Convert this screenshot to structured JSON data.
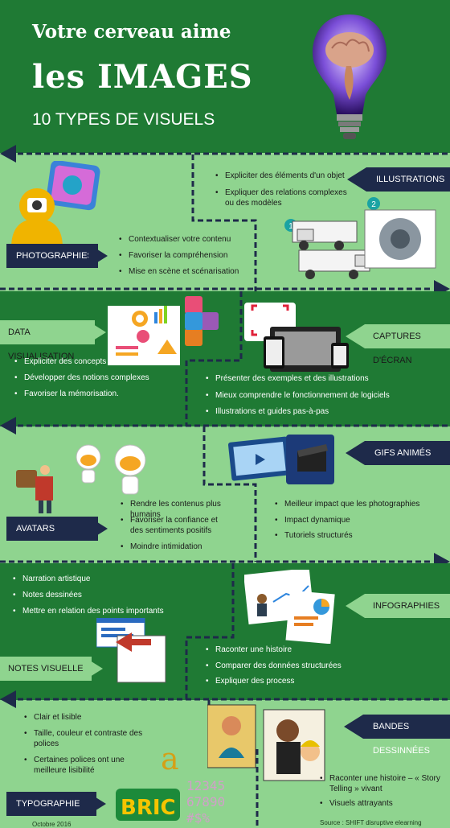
{
  "header": {
    "line1": "Votre cerveau aime",
    "line2": "les IMAGES",
    "line3": "10 TYPES DE VISUELS"
  },
  "sections": {
    "photographies": {
      "label": "PHOTOGRAPHIES",
      "bullets": [
        "Contextualiser votre contenu",
        "Favoriser la compréhension",
        "Mise en scène et scénarisation"
      ]
    },
    "illustrations": {
      "label": "ILLUSTRATIONS",
      "bullets": [
        "Expliciter des éléments d'un objet",
        "Expliquer des relations complexes ou des modèles"
      ],
      "badges": [
        "1",
        "2"
      ]
    },
    "data_visualisation": {
      "label": "DATA VISUALISATION",
      "bullets": [
        "Expliciter des concepts",
        "Développer des notions complexes",
        "Favoriser la mémorisation."
      ]
    },
    "captures": {
      "label": "CAPTURES D'ÉCRAN",
      "bullets": [
        "Présenter des exemples et des illustrations",
        "Mieux comprendre le fonctionnement de logiciels",
        "Illustrations et guides pas-à-pas"
      ]
    },
    "gifs": {
      "label": "GIFS ANIMÉS",
      "bullets": [
        "Meilleur impact que les photographies",
        "Impact dynamique",
        "Tutoriels structurés"
      ]
    },
    "avatars": {
      "label": "AVATARS",
      "bullets": [
        "Rendre les contenus plus humains",
        "Favoriser la confiance et des sentiments positifs",
        "Moindre intimidation"
      ]
    },
    "notes_visuelles": {
      "label": "NOTES VISUELLES",
      "bullets": [
        "Narration artistique",
        "Notes dessinées",
        "Mettre en relation des points importants"
      ]
    },
    "infographies": {
      "label": "INFOGRAPHIES",
      "bullets": [
        "Raconter une histoire",
        "Comparer des données structurées",
        "Expliquer des process"
      ]
    },
    "typographie": {
      "label": "TYPOGRAPHIE",
      "bullets": [
        "Clair et lisible",
        "Taille, couleur et contraste des polices",
        "Certaines polices ont une meilleure lisibilité"
      ],
      "art_digits": [
        "12345",
        "67890",
        "#$%"
      ]
    },
    "bandes_dessinees": {
      "label": "BANDES DESSINNÉES",
      "bullets": [
        "Raconter une histoire – « Story Telling » vivant",
        "Visuels attrayants"
      ]
    }
  },
  "footer": {
    "date": "Octobre 2016",
    "source": "Source : SHIFT disruptive elearning"
  },
  "colors": {
    "dark_green": "#1f7a34",
    "light_green": "#8fd48f",
    "navy": "#1e2a4a"
  }
}
